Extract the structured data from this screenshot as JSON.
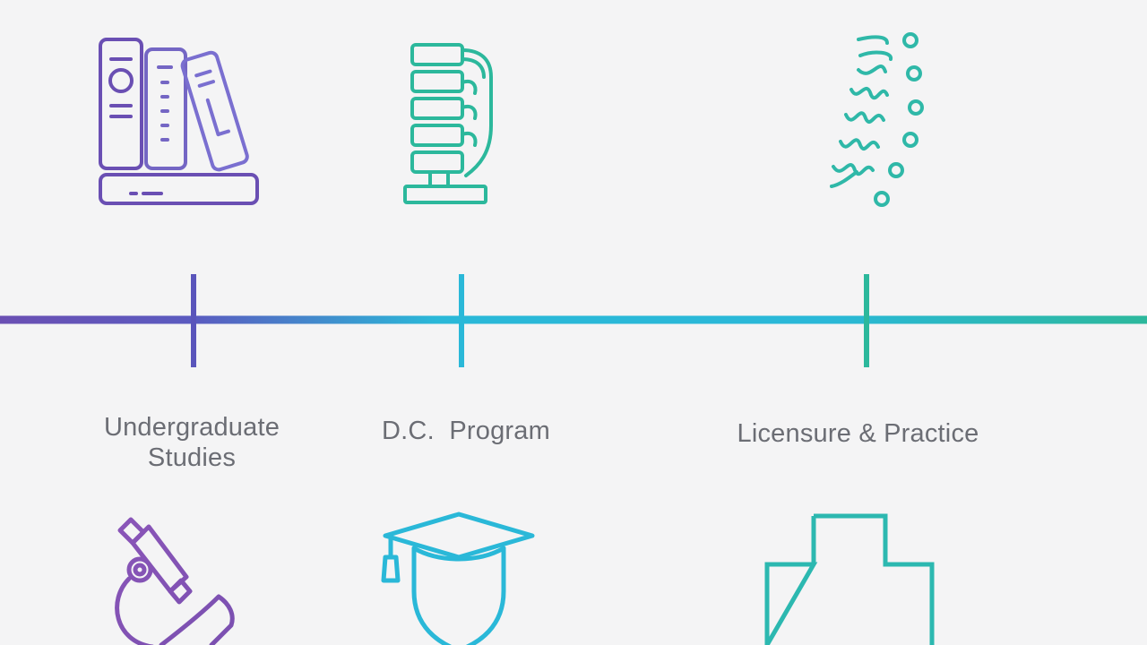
{
  "timeline": {
    "stages": [
      {
        "label_lines": [
          "Undergraduate",
          "Studies"
        ],
        "top_icon": "books-icon",
        "bottom_icon": "microscope-icon"
      },
      {
        "label_lines": [
          "D.C.  Program"
        ],
        "top_icon": "spine-icon",
        "bottom_icon": "graduation-cap-icon"
      },
      {
        "label_lines": [
          "Licensure & Practice"
        ],
        "top_icon": "nerve-wave-icon",
        "bottom_icon": "medical-cross-icon"
      }
    ]
  },
  "colors": {
    "background": "#f4f4f5",
    "purple": "#6a4fb3",
    "blue": "#2ab8d8",
    "teal": "#2cb89c",
    "text": "#6b6d74"
  }
}
